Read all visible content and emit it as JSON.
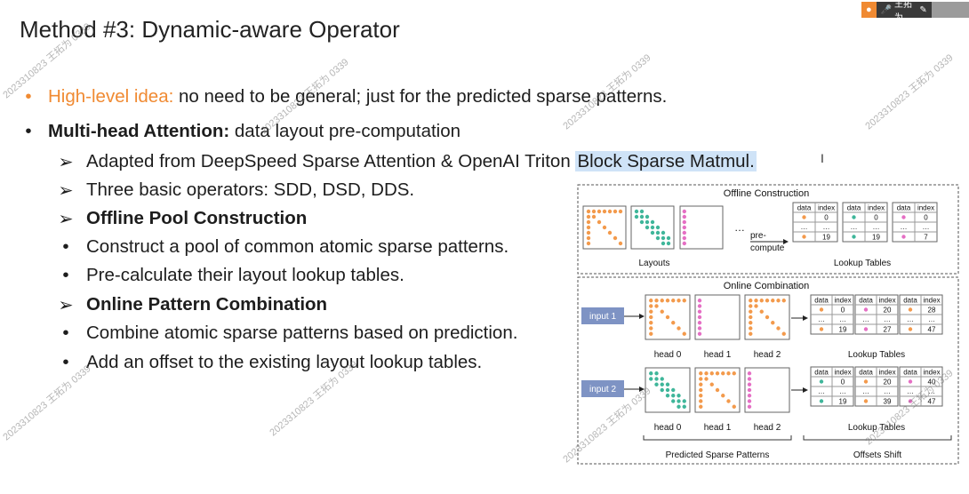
{
  "title": "Method #3: Dynamic-aware Operator",
  "bullets": {
    "b1_label": "High-level idea:",
    "b1_text": " no need to be general; just for the predicted sparse patterns.",
    "b2_label": "Multi-head Attention:",
    "b2_text": " data layout pre-computation",
    "s1_text": "Adapted from DeepSpeed Sparse Attention & OpenAI Triton ",
    "s1_highlight": "Block Sparse Matmul.",
    "s2_text": "Three basic operators: SDD, DSD, DDS.",
    "s3_text": "Offline Pool Construction",
    "s4_text": "Construct a pool of common atomic sparse patterns.",
    "s5_text": "Pre-calculate their layout lookup tables.",
    "s6_text": "Online Pattern Combination",
    "s7_text": "Combine atomic sparse patterns based on prediction.",
    "s8_text": "Add an offset to the existing layout lookup tables.",
    "dot": "•",
    "arrow": "➢"
  },
  "toolbar": {
    "user_name": "王拓为",
    "mic_icon": "mic-icon",
    "edit_icon": "pencil-icon",
    "user_icon": "user-icon"
  },
  "watermark": "2023310823 王拓为 0339",
  "figure": {
    "offline_title": "Offline Construction",
    "layouts_label": "Layouts",
    "ellipsis": "…",
    "precompute_1": "pre-",
    "precompute_2": "compute",
    "lookup_tables_label": "Lookup Tables",
    "online_title": "Online Combination",
    "input1": "input 1",
    "input2": "input 2",
    "head0": "head 0",
    "head1": "head 1",
    "head2": "head 2",
    "predicted_label": "Predicted Sparse Patterns",
    "offsets_label": "Offsets Shift",
    "col_data": "data",
    "col_index": "index",
    "offline_tables": [
      [
        "0",
        "19"
      ],
      [
        "0",
        "19"
      ],
      [
        "0",
        "7"
      ]
    ],
    "online_table1": [
      [
        "0",
        "19"
      ],
      [
        "20",
        "27"
      ],
      [
        "28",
        "47"
      ]
    ],
    "online_table2": [
      [
        "0",
        "19"
      ],
      [
        "20",
        "39"
      ],
      [
        "40",
        "47"
      ]
    ],
    "colors": {
      "orange": "#f39a4c",
      "teal": "#3fb69a",
      "pink": "#e56fc4",
      "input_box": "#7e93c4"
    }
  }
}
